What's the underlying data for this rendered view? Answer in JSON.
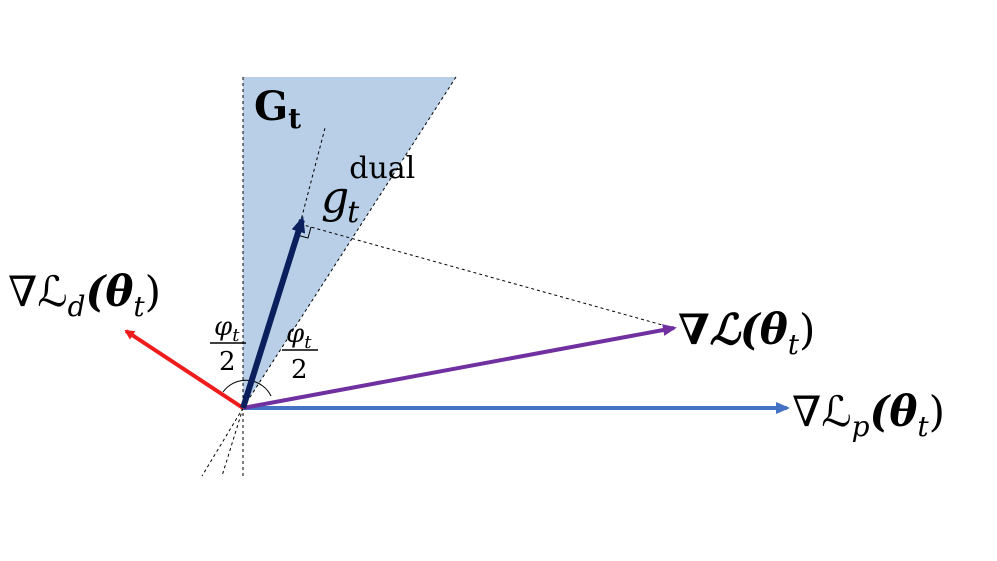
{
  "labels": {
    "cone": "G",
    "cone_subscript": "t",
    "g_base": "g",
    "g_sub": "t",
    "g_sup": "dual",
    "grad_d_main": "∇ℒ",
    "grad_d_sub": "d",
    "grad_d_arg": "(θ",
    "grad_d_arg_sub": "t",
    "grad_d_close": ")",
    "grad_main": "∇ℒ(θ",
    "grad_arg_sub": "t",
    "grad_close": ")",
    "grad_p_main": "∇ℒ",
    "grad_p_sub": "p",
    "grad_p_arg": "(θ",
    "grad_p_arg_sub": "t",
    "grad_p_close": ")",
    "phi_left_num": "φ",
    "phi_left_num_sub": "t",
    "phi_left_den": "2",
    "phi_right_num": "φ",
    "phi_right_num_sub": "t",
    "phi_right_den": "2"
  },
  "colors": {
    "cone_fill": "#b8cfe7",
    "grad_d": "#ee1c1c",
    "g_dual": "#0a1f5c",
    "grad": "#7030a0",
    "grad_p": "#4472c4",
    "dashed": "#000000"
  }
}
